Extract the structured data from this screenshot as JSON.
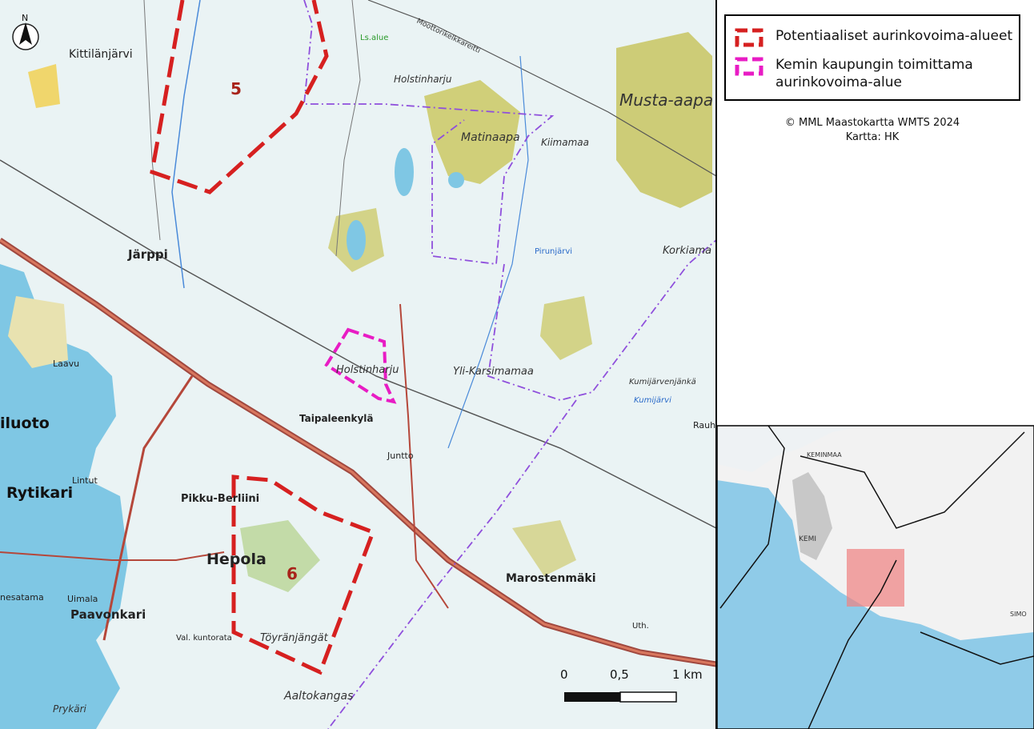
{
  "legend": {
    "items": [
      {
        "label": "Potentiaaliset aurinkovoima-alueet",
        "color": "#d62020"
      },
      {
        "label_line1": "Kemin kaupungin toimittama",
        "label_line2": "aurinkovoima-alue",
        "color": "#e81cc4"
      }
    ]
  },
  "credits": {
    "line1": "© MML Maastokartta WMTS 2024",
    "line2": "Kartta: HK"
  },
  "north_arrow": {
    "label": "N"
  },
  "areas": {
    "area5": "5",
    "area6": "6",
    "holstinharju": "Holstinharju"
  },
  "scale_bar": {
    "tick0": "0",
    "tick1": "0,5",
    "tick2": "1 km"
  },
  "map_labels": {
    "kittilanjarvi": "Kittilänjärvi",
    "jarppi": "Järppi",
    "musta_aapa": "Musta-aapa",
    "matinaapa": "Matinaapa",
    "kiimamaa": "Kiimamaa",
    "holstinharju_top": "Holstinharju",
    "korkiamaa": "Korkiama",
    "yli_karsimamaa": "Yli-Karsimamaa",
    "taipaleenkyla": "Taipaleenkylä",
    "juntto": "Juntto",
    "pikku_berliini": "Pikku-Berliini",
    "hepola": "Hepola",
    "marostenmaki": "Marostenmäki",
    "rytikari": "Rytikari",
    "paavonkari": "Paavonkari",
    "toyranjangat": "Töyränjängät",
    "aaltokangas": "Aaltokangas",
    "iluoto": "iluoto",
    "laavu": "Laavu",
    "lintut": "Lintut",
    "uimala": "Uimala",
    "nesatama": "nesatama",
    "prykari": "Prykäri",
    "ls_alue": "Ls.alue",
    "kumijarvenjanka": "Kumijärvenjänkä",
    "kumijarvi": "Kumijärvi",
    "rauh": "Rauh",
    "moottorikelkkareitti": "Moottorikelkkareitti",
    "val_kuntorata": "Val. kuntorata",
    "uth": "Uth.",
    "yrtijarvi": "Pirunjärvi"
  },
  "inset_labels": {
    "keminmaa": "KEMINMAA",
    "kemi": "KEMI",
    "simo": "SIMO"
  }
}
